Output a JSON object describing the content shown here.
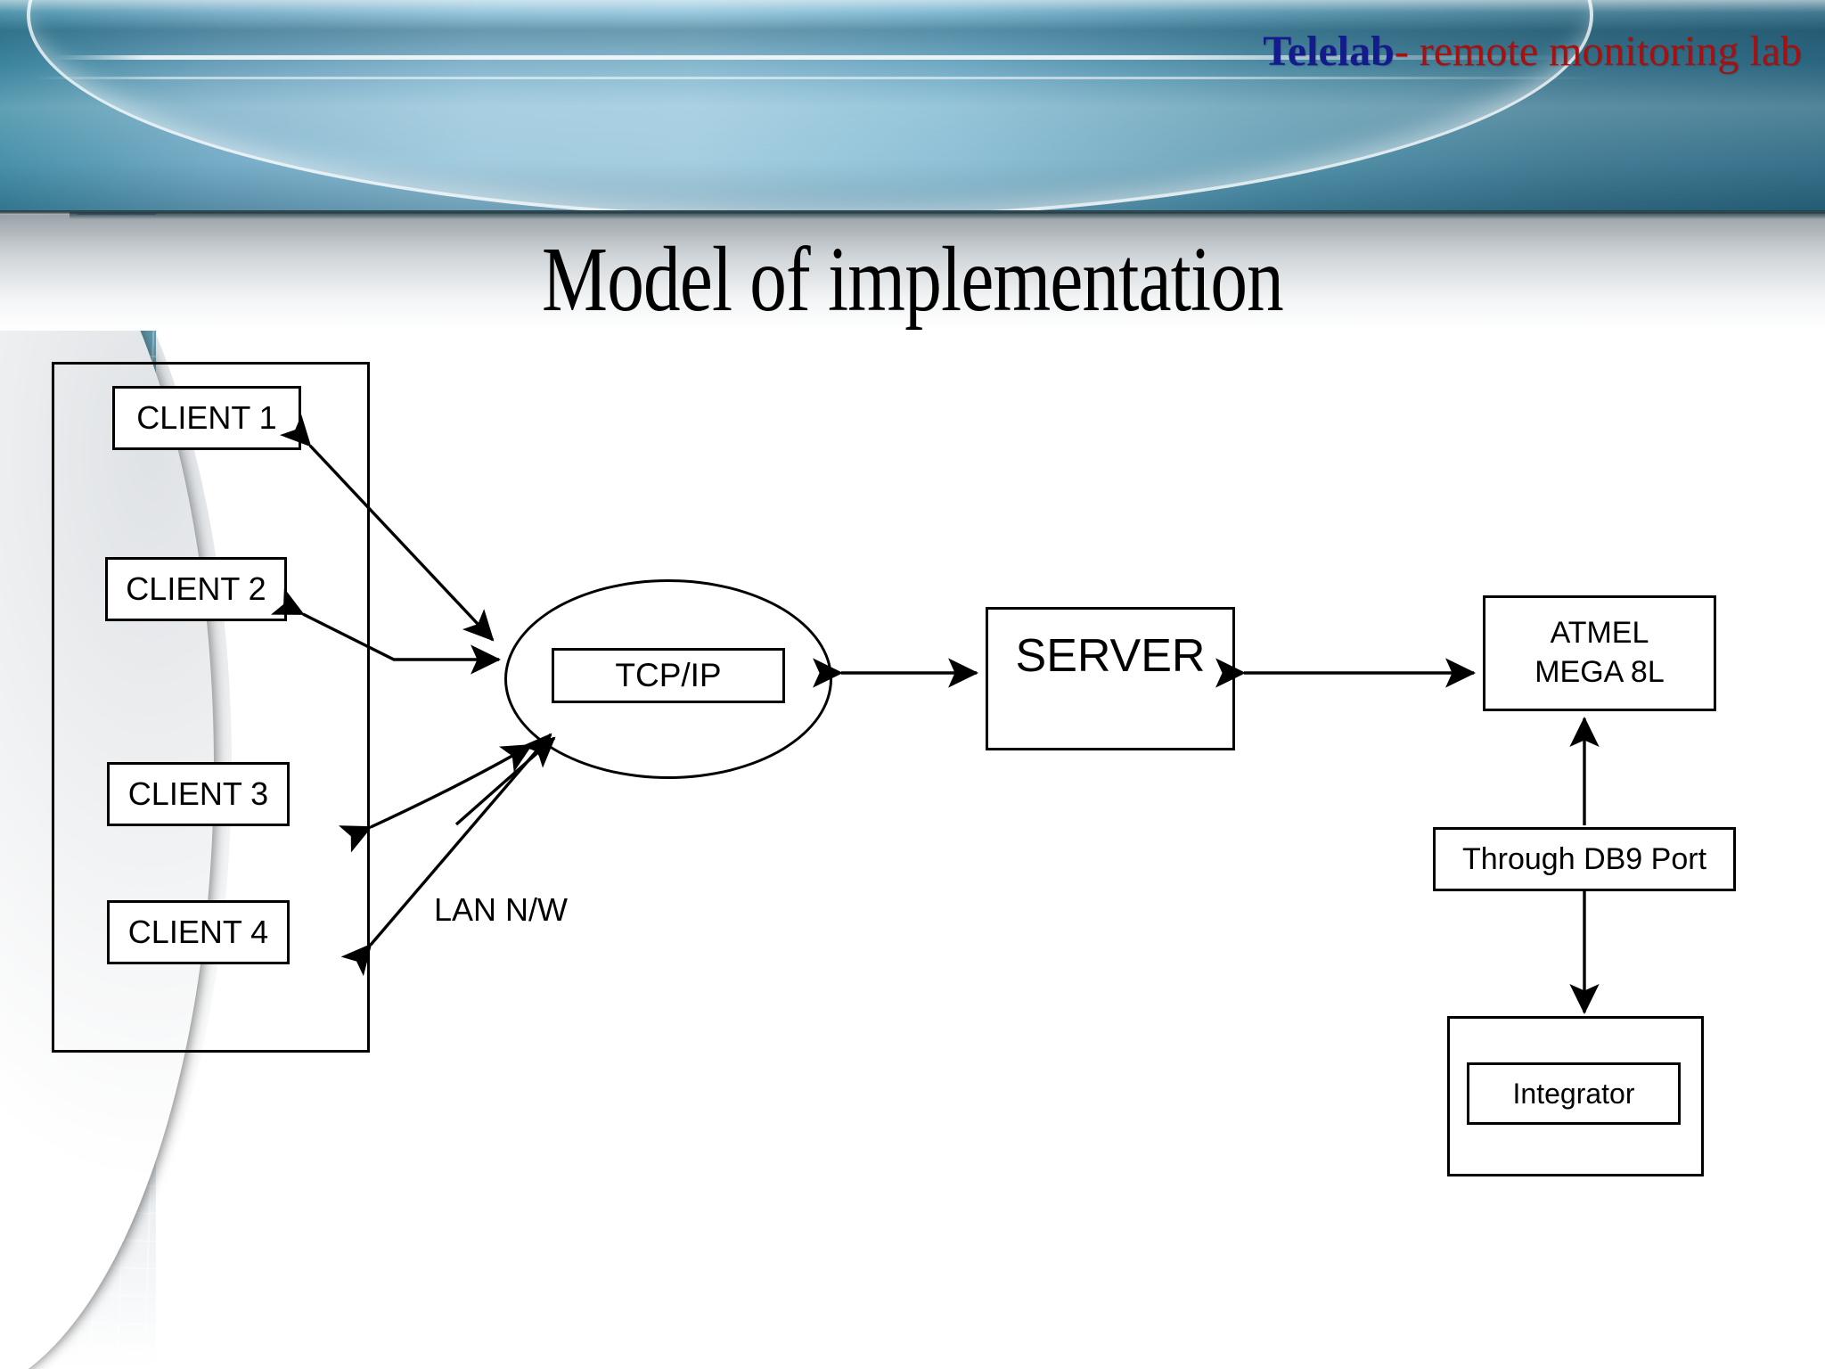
{
  "slide": {
    "brand": {
      "name": "Telelab",
      "tagline": "- remote monitoring lab"
    },
    "title": "Model of implementation"
  },
  "diagram": {
    "type": "block-diagram",
    "clients": [
      {
        "label": "CLIENT 1"
      },
      {
        "label": "CLIENT 2"
      },
      {
        "label": "CLIENT 3"
      },
      {
        "label": "CLIENT 4"
      }
    ],
    "network": {
      "protocol_label": "TCP/IP",
      "lan_label": "LAN N/W"
    },
    "server": {
      "label": "SERVER"
    },
    "microcontroller": {
      "label": "ATMEL\nMEGA 8L"
    },
    "link": {
      "label": "Through DB9 Port"
    },
    "integrator": {
      "label": "Integrator"
    },
    "connections": [
      {
        "from": "CLIENT 1",
        "to": "TCP/IP",
        "style": "double-headed"
      },
      {
        "from": "CLIENT 2",
        "to": "TCP/IP",
        "style": "double-headed-elbow"
      },
      {
        "from": "CLIENT 3",
        "to": "TCP/IP",
        "style": "double-headed"
      },
      {
        "from": "CLIENT 4",
        "to": "TCP/IP",
        "style": "double-headed"
      },
      {
        "from": "TCP/IP",
        "to": "SERVER",
        "style": "double-headed"
      },
      {
        "from": "SERVER",
        "to": "ATMEL MEGA 8L",
        "style": "double-headed"
      },
      {
        "from": "ATMEL MEGA 8L",
        "to": "Through DB9 Port",
        "style": "single-up"
      },
      {
        "from": "Through DB9 Port",
        "to": "Integrator",
        "style": "single-down"
      }
    ]
  },
  "colors": {
    "brand_name": "#141C8C",
    "brand_tagline": "#A81010",
    "header_teal_light": "#8FC3DA",
    "header_teal_dark": "#2D6A84",
    "diagram_stroke": "#000000",
    "page_background": "#FFFFFF"
  }
}
